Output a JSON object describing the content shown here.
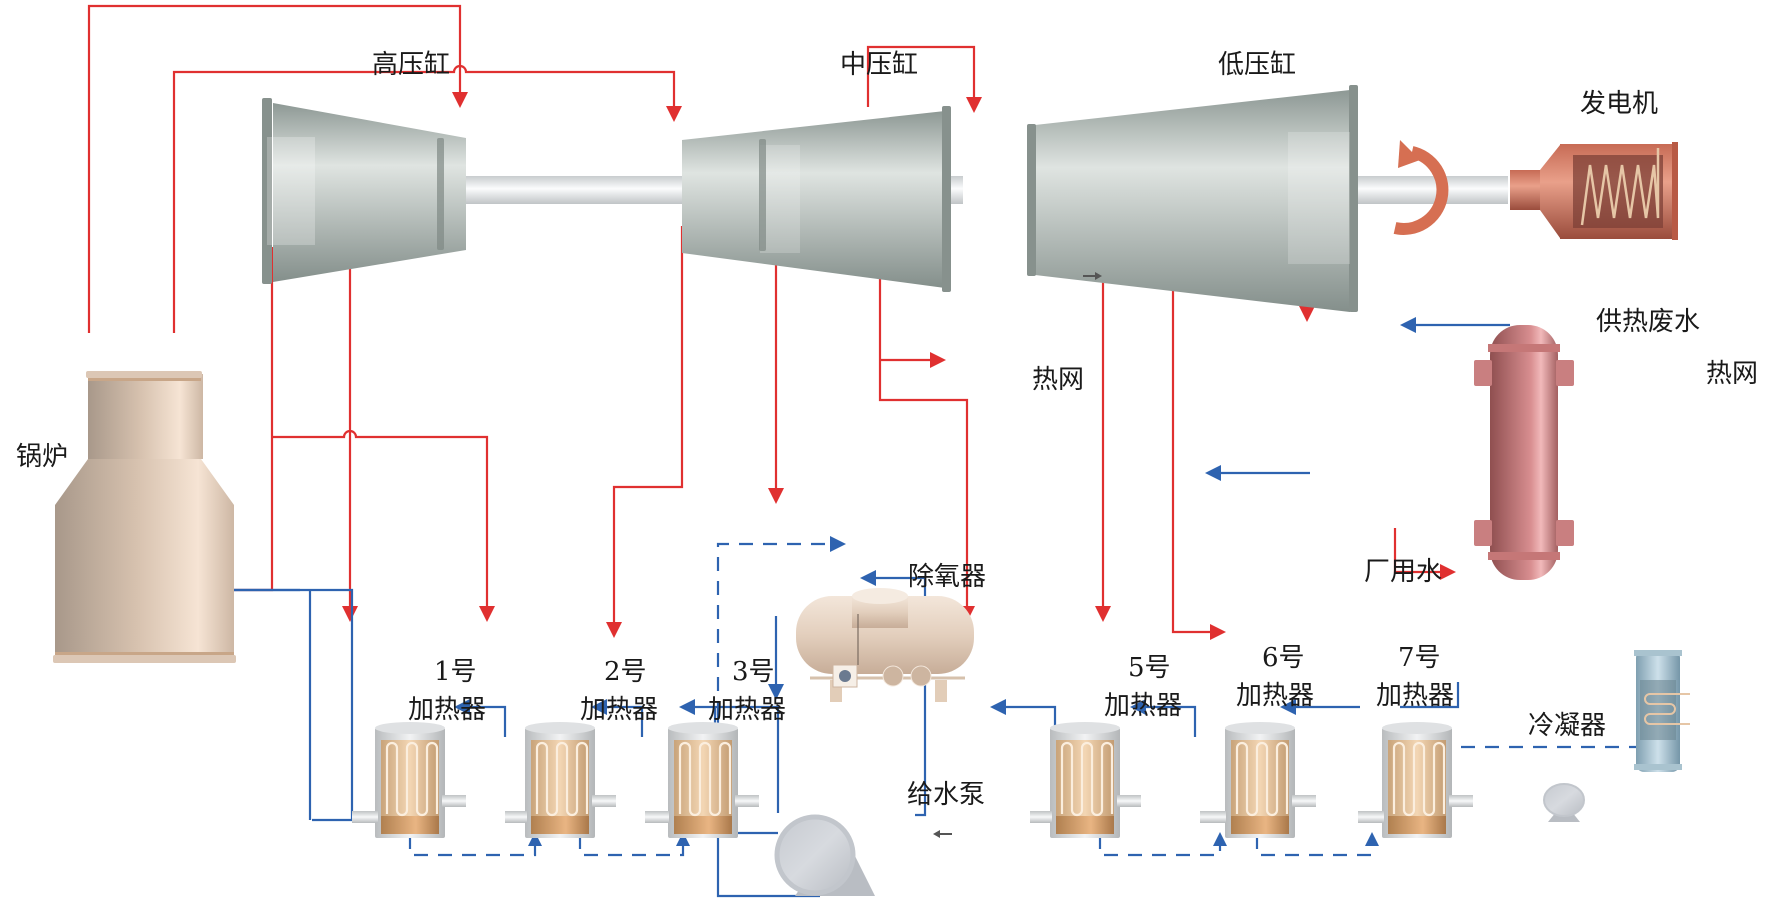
{
  "diagram": {
    "type": "thermal power plant regenerative cycle schematic",
    "labels": {
      "hp_turbine": "高压缸",
      "ip_turbine": "中压缸",
      "lp_turbine": "低压缸",
      "generator": "发电机",
      "boiler": "锅炉",
      "heat_network_out": "热网",
      "heating_waste_water": "供热废水",
      "heat_network_in": "热网",
      "plant_water": "厂用水",
      "deaerator": "除氧器",
      "feed_pump": "给水泵",
      "condenser": "冷凝器"
    },
    "heaters": [
      {
        "number": "1号",
        "name": "加热器"
      },
      {
        "number": "2号",
        "name": "加热器"
      },
      {
        "number": "3号",
        "name": "加热器"
      },
      {
        "number": "5号",
        "name": "加热器"
      },
      {
        "number": "6号",
        "name": "加热器"
      },
      {
        "number": "7号",
        "name": "加热器"
      }
    ],
    "legend_colors": {
      "steam": "#e03030",
      "water": "#2e63b0",
      "drain": "#2e63b0"
    }
  }
}
